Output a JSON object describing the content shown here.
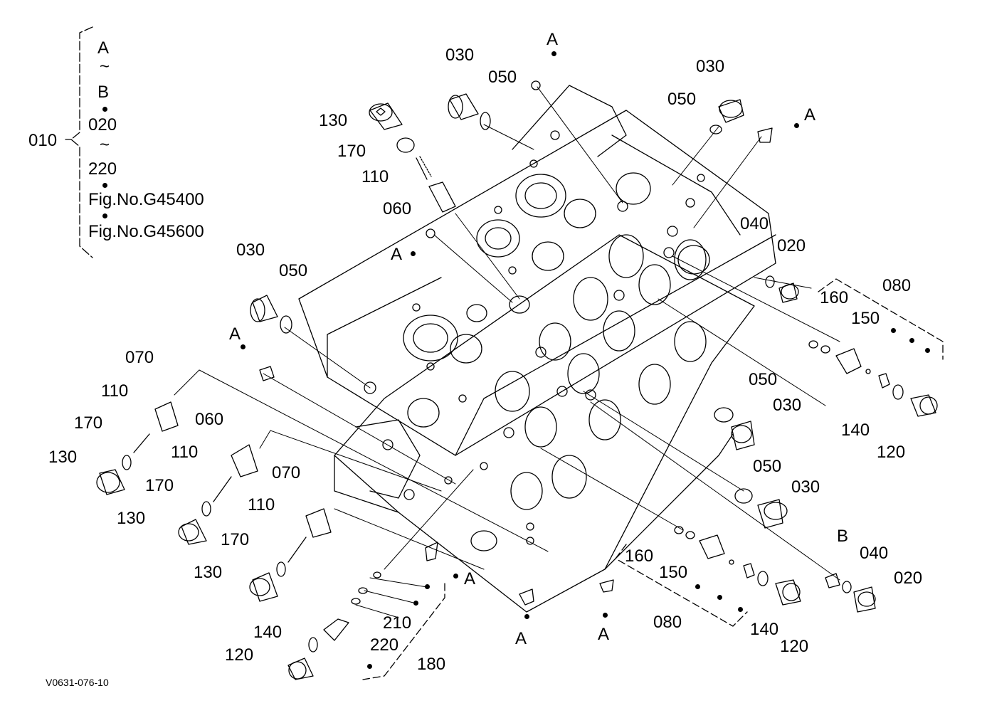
{
  "legend": {
    "parent_no": "010",
    "line1": "A",
    "tilde1": "~",
    "line2": "B",
    "line3": "020",
    "tilde2": "~",
    "line4": "220",
    "line5": "Fig.No.G45400",
    "line6": "Fig.No.G45600"
  },
  "labels": {
    "c030": "030",
    "c050": "050",
    "c130": "130",
    "c170": "170",
    "c110": "110",
    "c060": "060",
    "c070": "070",
    "c040": "040",
    "c020": "020",
    "c080": "080",
    "c160": "160",
    "c150": "150",
    "c140": "140",
    "c120": "120",
    "c210": "210",
    "c220": "220",
    "c180": "180",
    "ref_a": "A",
    "ref_b": "B"
  },
  "figure_code": "V0631-076-10"
}
